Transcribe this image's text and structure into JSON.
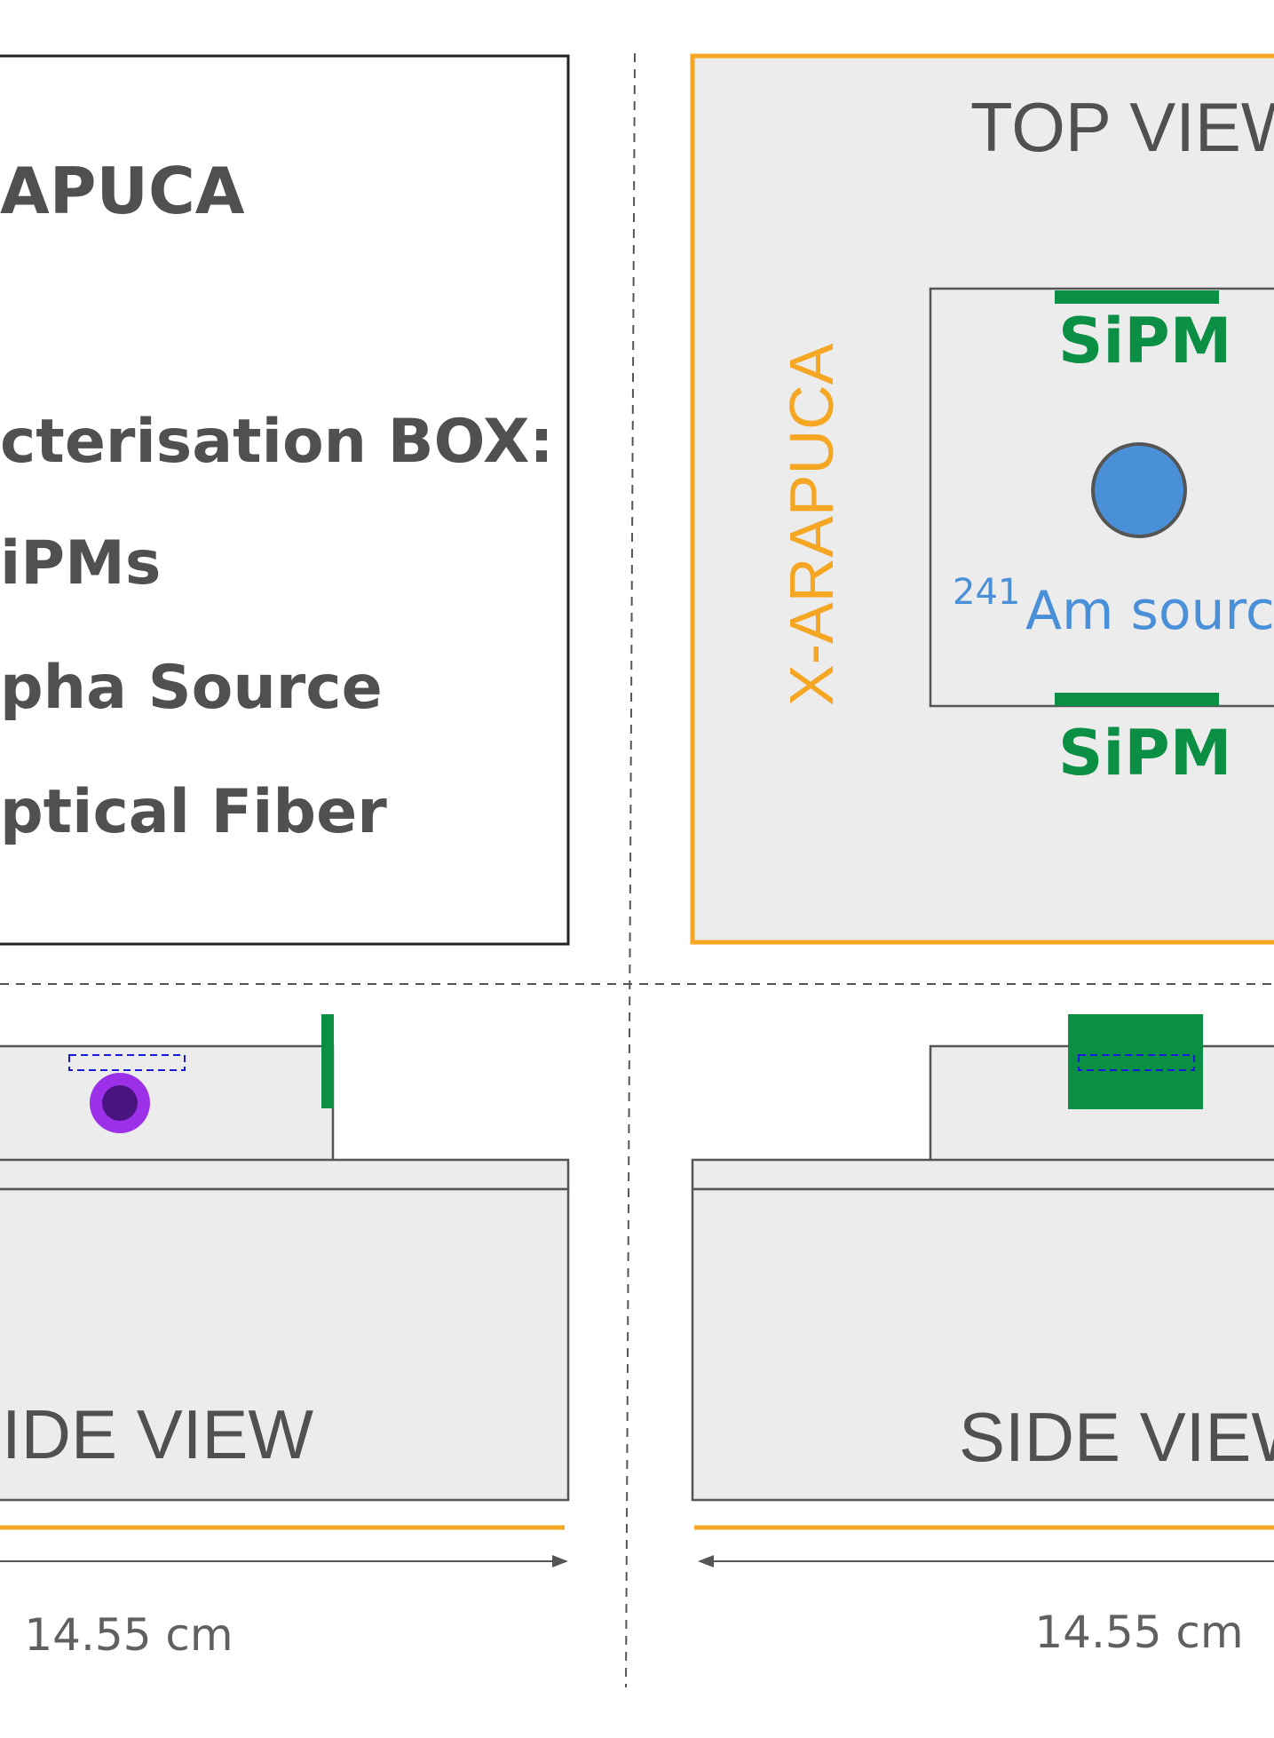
{
  "legend": {
    "line1": "APUCA",
    "line2": "cterisation BOX:",
    "line3": "iPMs",
    "line4": "pha Source",
    "line5": "ptical Fiber"
  },
  "top_view": {
    "title": "TOP VIEW",
    "arapuca_label": "X-ARAPUCA",
    "sipm_top_label": "SiPM",
    "sipm_bottom_label": "SiPM",
    "source_superscript": "241",
    "source_label": "Am sourc"
  },
  "side_view_left": {
    "title": "IDE VIEW",
    "dimension": "14.55 cm"
  },
  "side_view_right": {
    "title": "SIDE VIEW",
    "dimension": "14.55 cm"
  },
  "colors": {
    "arapuca_orange": "#f5a623",
    "sipm_green": "#0b8f45",
    "source_blue": "#4a90d9",
    "source_purple": "#8b2fd6",
    "fiber_blue": "#1a1adc",
    "panel_gray": "#ececec",
    "outline_gray": "#555555"
  }
}
